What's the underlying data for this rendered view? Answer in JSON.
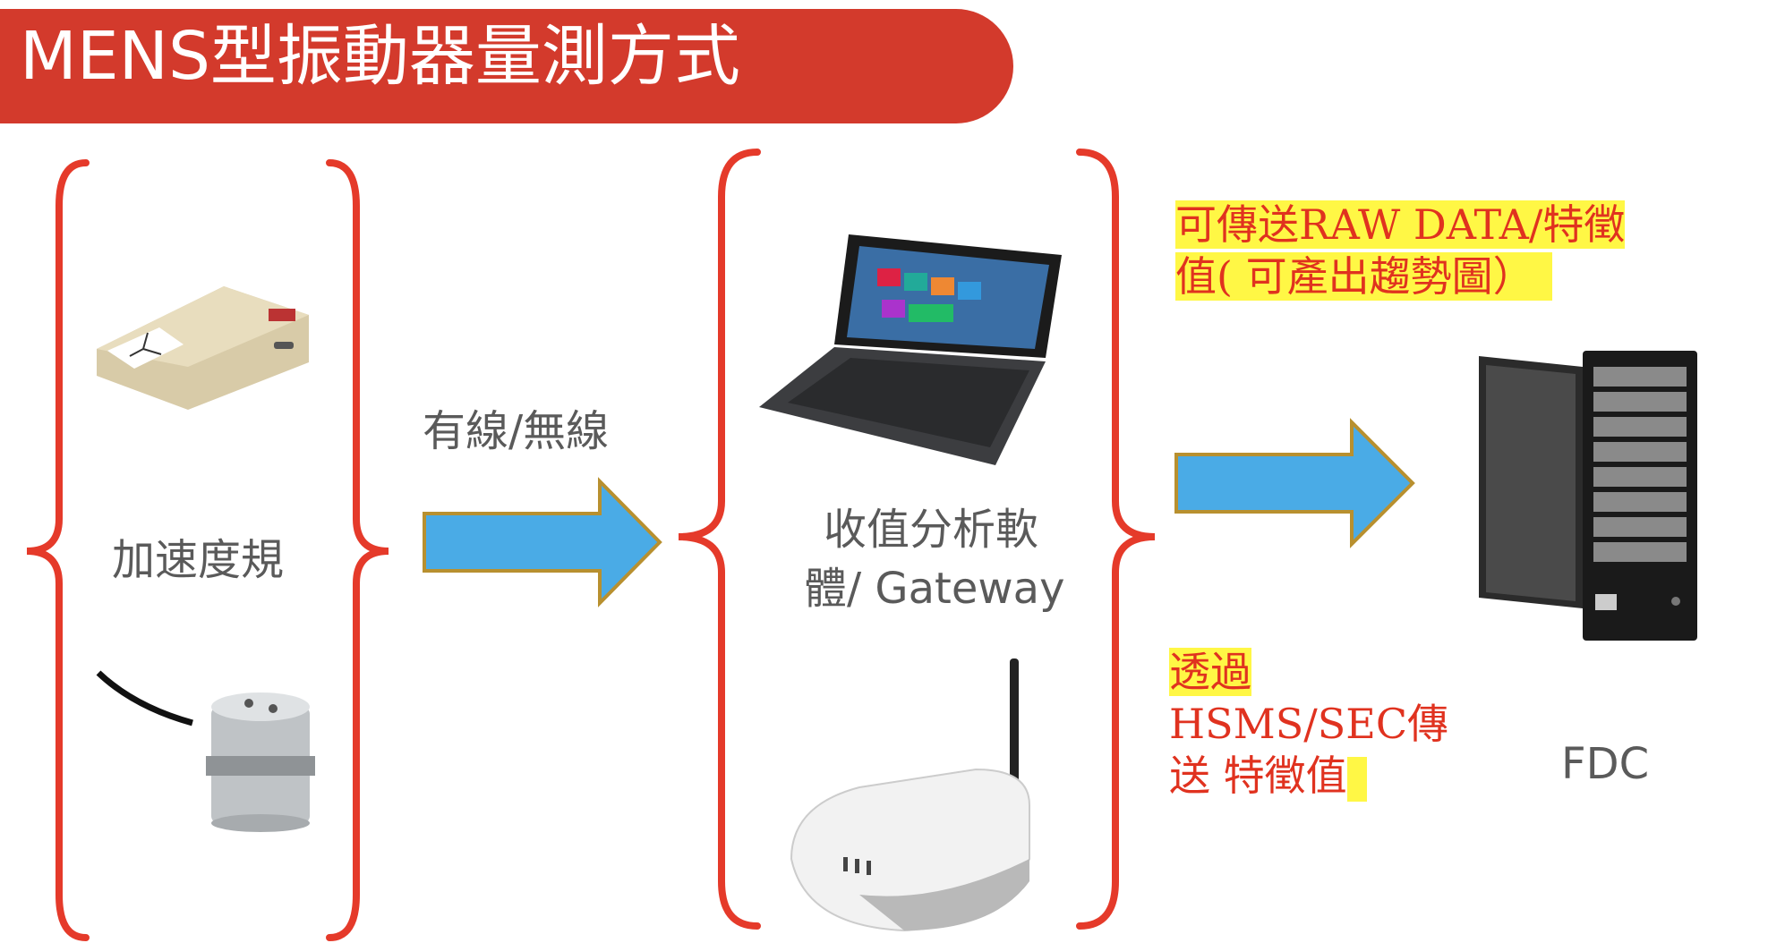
{
  "title": "MENS型振動器量測方式",
  "left_group": {
    "label": "加速度規"
  },
  "link_label": "有線/無線",
  "middle_group": {
    "label_line1": "收值分析軟",
    "label_line2": "體/ Gateway"
  },
  "top_note": {
    "line1": "可傳送RAW DATA/特徵",
    "line2": "值( 可產出趨勢圖）"
  },
  "bottom_note": {
    "line1": "透過",
    "line2": "HSMS/SEC傳",
    "line3": "送 特徵值"
  },
  "right_group": {
    "label": "FDC"
  },
  "colors": {
    "title_bg": "#D33A2C",
    "brace": "#E53A2A",
    "arrow_fill": "#4AABE6",
    "arrow_border": "#B8902F",
    "highlight": "#FFF745",
    "note_text": "#E0321F"
  }
}
